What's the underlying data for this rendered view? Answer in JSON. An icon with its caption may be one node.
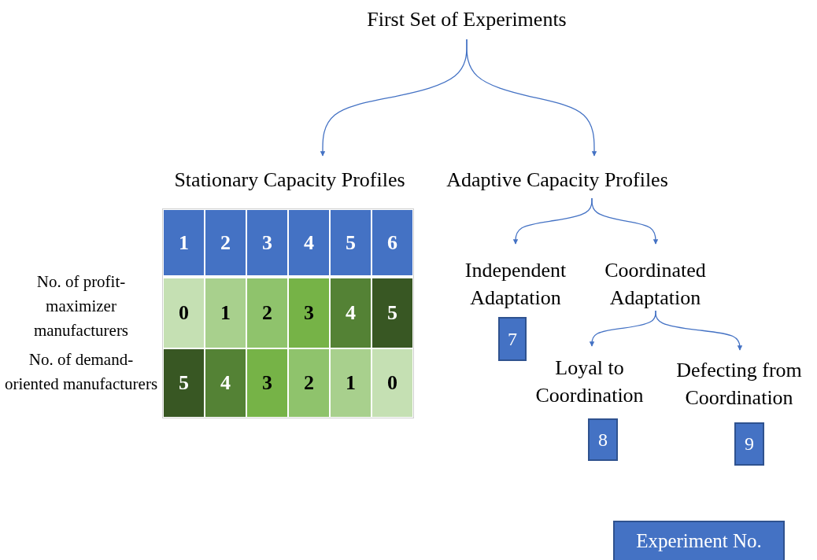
{
  "diagram": {
    "nodes": [
      {
        "text": [
          "First Set of Experiments"
        ]
      },
      {
        "text": [
          "Stationary Capacity Profiles"
        ]
      },
      {
        "text": [
          "Adaptive Capacity Profiles"
        ]
      },
      {
        "text": [
          "Independent Adaptation"
        ]
      },
      {
        "text": [
          "Coordinated Adaptation"
        ]
      },
      {
        "text": [
          "Loyal to Coordination"
        ]
      },
      {
        "text": [
          "Defecting from Coordination"
        ]
      },
      {
        "text": [
          "7"
        ]
      },
      {
        "text": [
          "8"
        ]
      },
      {
        "text": [
          "9"
        ]
      }
    ],
    "edges": [
      {
        "from": 0,
        "to": 1,
        "arrow": "to"
      },
      {
        "from": 0,
        "to": 2,
        "arrow": "to"
      },
      {
        "from": 2,
        "to": 3,
        "arrow": "to"
      },
      {
        "from": 2,
        "to": 4,
        "arrow": "to"
      },
      {
        "from": 4,
        "to": 5,
        "arrow": "to"
      },
      {
        "from": 4,
        "to": 6,
        "arrow": "to"
      }
    ],
    "labels": [
      "1",
      "2",
      "3",
      "4",
      "5",
      "6",
      "No. of profit-maximizer manufacturers",
      "0",
      "1",
      "2",
      "3",
      "4",
      "5",
      "No. of demand-oriented manufacturers",
      "5",
      "4",
      "3",
      "2",
      "1",
      "0"
    ],
    "legend": [
      {
        "text": "Experiment No.",
        "color": "#4472c4"
      }
    ]
  }
}
